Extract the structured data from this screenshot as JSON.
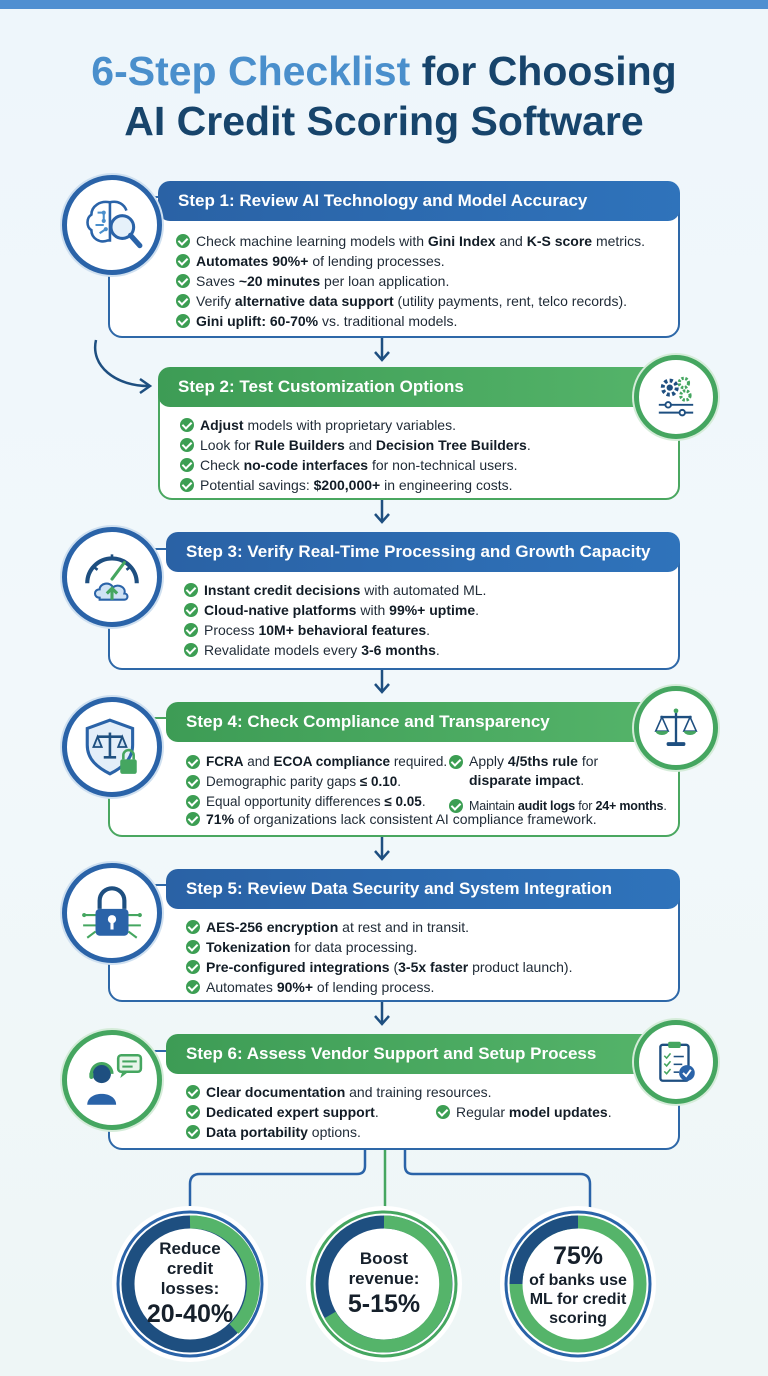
{
  "title": {
    "highlight": "6-Step Checklist",
    "rest1": " for Choosing",
    "line2": "AI Credit Scoring Software"
  },
  "steps": [
    {
      "title": "Step 1: Review AI Technology and Model Accuracy",
      "items": [
        [
          "Check machine learning models with ",
          {
            "b": "Gini Index"
          },
          " and ",
          {
            "b": "K-S score"
          },
          " metrics."
        ],
        [
          {
            "b": "Automates 90%+"
          },
          " of lending processes."
        ],
        [
          "Saves ",
          {
            "b": "~20 minutes"
          },
          " per loan application."
        ],
        [
          "Verify ",
          {
            "b": "alternative data support"
          },
          " (utility payments, rent, telco records)."
        ],
        [
          {
            "b": "Gini uplift: 60-70%"
          },
          " vs. traditional models."
        ]
      ]
    },
    {
      "title": "Step 2: Test Customization Options",
      "items": [
        [
          {
            "b": "Adjust"
          },
          " models with proprietary variables."
        ],
        [
          "Look for ",
          {
            "b": "Rule Builders"
          },
          " and ",
          {
            "b": "Decision Tree Builders"
          },
          "."
        ],
        [
          "Check ",
          {
            "b": "no-code interfaces"
          },
          " for non-technical users."
        ],
        [
          "Potential savings: ",
          {
            "b": "$200,000+"
          },
          " in engineering costs."
        ]
      ]
    },
    {
      "title": "Step 3: Verify Real-Time Processing and Growth Capacity",
      "items": [
        [
          {
            "b": "Instant credit decisions"
          },
          " with automated ML."
        ],
        [
          {
            "b": "Cloud-native platforms"
          },
          " with ",
          {
            "b": "99%+ uptime"
          },
          "."
        ],
        [
          "Process ",
          {
            "b": "10M+ behavioral features"
          },
          "."
        ],
        [
          "Revalidate models every ",
          {
            "b": "3-6 months"
          },
          "."
        ]
      ]
    },
    {
      "title": "Step 4: Check Compliance and Transparency",
      "items_left": [
        [
          {
            "b": "FCRA"
          },
          " and ",
          {
            "b": "ECOA compliance"
          },
          " required."
        ],
        [
          "Demographic parity gaps ",
          {
            "b": "≤ 0.10"
          },
          "."
        ],
        [
          "Equal opportunity differences ",
          {
            "b": "≤ 0.05"
          },
          "."
        ]
      ],
      "items_right": [
        [
          "Apply ",
          {
            "b": "4/5ths rule"
          },
          " for ",
          {
            "b": "disparate impact"
          },
          "."
        ],
        [
          "Maintain ",
          {
            "b": "audit logs"
          },
          " for ",
          {
            "b": "24+ months"
          },
          "."
        ]
      ],
      "items_bottom": [
        [
          {
            "b": "71%"
          },
          " of organizations lack consistent AI compliance framework."
        ]
      ]
    },
    {
      "title": "Step 5: Review Data Security and System Integration",
      "items": [
        [
          {
            "b": "AES-256 encryption"
          },
          " at rest and in transit."
        ],
        [
          {
            "b": "Tokenization"
          },
          " for data processing."
        ],
        [
          {
            "b": "Pre-configured integrations"
          },
          " (",
          {
            "b": "3-5x faster"
          },
          " product launch)."
        ],
        [
          "Automates ",
          {
            "b": "90%+"
          },
          " of lending process."
        ]
      ]
    },
    {
      "title": "Step 6: Assess Vendor Support and Setup Process",
      "items_left": [
        [
          {
            "b": "Clear documentation"
          },
          " and training resources."
        ],
        [
          {
            "b": "Dedicated expert support"
          },
          "."
        ],
        [
          {
            "b": "Data portability"
          },
          " options."
        ]
      ],
      "items_right": [
        [
          "Regular ",
          {
            "b": "model updates"
          },
          "."
        ]
      ]
    }
  ],
  "stats": [
    {
      "label": "Reduce credit losses:",
      "value": "20-40%"
    },
    {
      "label": "Boost revenue:",
      "value": "5-15%"
    },
    {
      "value": "75%",
      "label": "of banks use ML for credit scoring"
    }
  ],
  "icons": [
    "brain-magnifier-icon",
    "gears-sliders-icon",
    "speedometer-cloud-icon",
    "shield-scales-icon",
    "scales-icon",
    "padlock-circuit-icon",
    "support-agent-icon",
    "checklist-clipboard-icon"
  ],
  "colors": {
    "blue": "#2e68a8",
    "green": "#4aa760",
    "title": "#17446b",
    "title_highlight": "#4a8fcc"
  }
}
